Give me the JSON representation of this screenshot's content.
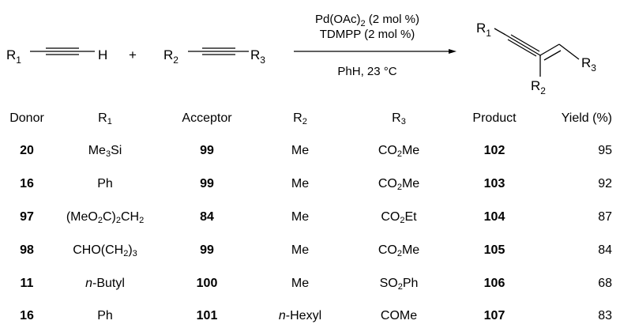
{
  "scheme": {
    "reactant1": {
      "sub_label": "R",
      "sub_index": "1",
      "terminal": "H"
    },
    "plus": "+",
    "reactant2": {
      "left_label": "R",
      "left_index": "2",
      "right_label": "R",
      "right_index": "3"
    },
    "conditions": {
      "catalyst": "Pd(OAc)",
      "catalyst_sub": "2",
      "catalyst_load": " (2 mol %)",
      "ligand": "TDMPP (2 mol %)",
      "solvent": "PhH, 23 °C"
    },
    "product": {
      "r1": "R",
      "r1_index": "1",
      "r2": "R",
      "r2_index": "2",
      "r3": "R",
      "r3_index": "3"
    }
  },
  "table": {
    "headers": [
      {
        "text": "Donor"
      },
      {
        "text": "R",
        "sub": "1"
      },
      {
        "text": "Acceptor"
      },
      {
        "text": "R",
        "sub": "2"
      },
      {
        "text": "R",
        "sub": "3"
      },
      {
        "text": "Product"
      },
      {
        "text": "Yield (%)"
      }
    ],
    "rows": [
      {
        "donor": "20",
        "r1": [
          {
            "t": "Me"
          },
          {
            "s": "3"
          },
          {
            "t": "Si"
          }
        ],
        "acceptor": "99",
        "r2": [
          {
            "t": "Me"
          }
        ],
        "r3": [
          {
            "t": "CO"
          },
          {
            "s": "2"
          },
          {
            "t": "Me"
          }
        ],
        "product": "102",
        "yield": "95"
      },
      {
        "donor": "16",
        "r1": [
          {
            "t": "Ph"
          }
        ],
        "acceptor": "99",
        "r2": [
          {
            "t": "Me"
          }
        ],
        "r3": [
          {
            "t": "CO"
          },
          {
            "s": "2"
          },
          {
            "t": "Me"
          }
        ],
        "product": "103",
        "yield": "92"
      },
      {
        "donor": "97",
        "r1": [
          {
            "t": "(MeO"
          },
          {
            "s": "2"
          },
          {
            "t": "C)"
          },
          {
            "s": "2"
          },
          {
            "t": "CH"
          },
          {
            "s": "2"
          }
        ],
        "acceptor": "84",
        "r2": [
          {
            "t": "Me"
          }
        ],
        "r3": [
          {
            "t": "CO"
          },
          {
            "s": "2"
          },
          {
            "t": "Et"
          }
        ],
        "product": "104",
        "yield": "87"
      },
      {
        "donor": "98",
        "r1": [
          {
            "t": "CHO(CH"
          },
          {
            "s": "2"
          },
          {
            "t": ")"
          },
          {
            "s": "3"
          }
        ],
        "acceptor": "99",
        "r2": [
          {
            "t": "Me"
          }
        ],
        "r3": [
          {
            "t": "CO"
          },
          {
            "s": "2"
          },
          {
            "t": "Me"
          }
        ],
        "product": "105",
        "yield": "84"
      },
      {
        "donor": "11",
        "r1": [
          {
            "i": "n"
          },
          {
            "t": "-Butyl"
          }
        ],
        "acceptor": "100",
        "r2": [
          {
            "t": "Me"
          }
        ],
        "r3": [
          {
            "t": "SO"
          },
          {
            "s": "2"
          },
          {
            "t": "Ph"
          }
        ],
        "product": "106",
        "yield": "68"
      },
      {
        "donor": "16",
        "r1": [
          {
            "t": "Ph"
          }
        ],
        "acceptor": "101",
        "r2": [
          {
            "i": "n"
          },
          {
            "t": "-Hexyl"
          }
        ],
        "r3": [
          {
            "t": "COMe"
          }
        ],
        "product": "107",
        "yield": "83"
      }
    ]
  }
}
